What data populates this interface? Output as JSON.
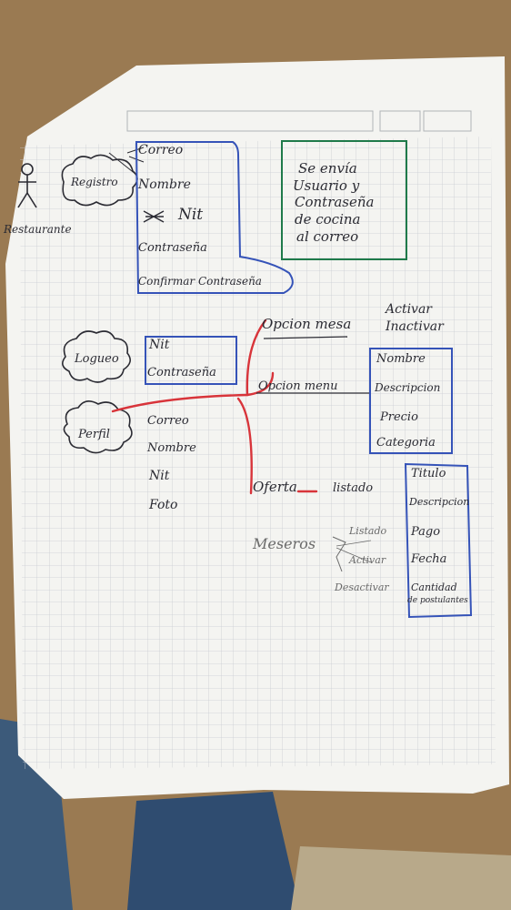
{
  "colors": {
    "ink": "#2b2b33",
    "pencil": "#6a6a6a",
    "blue_box": "#3553b8",
    "green_box": "#1f7a4a",
    "red_branch": "#d8343a",
    "paper": "#f4f4f1",
    "grid": "#c9cdd2",
    "table": "#9a7a52"
  },
  "icons": {
    "actor": "stick-figure-icon"
  },
  "actor_label": "Restaurante",
  "registro": {
    "bubble": "Registro",
    "fields": [
      "Correo",
      "Nombre",
      "Nit",
      "Contraseña",
      "Confirmar Contraseña"
    ]
  },
  "note": {
    "lines": [
      "Se envía",
      "Usuario y",
      "Contraseña",
      "de cocina",
      "al correo"
    ]
  },
  "logueo": {
    "bubble": "Logueo",
    "fields": [
      "Nit",
      "Contraseña"
    ]
  },
  "perfil": {
    "bubble": "Perfil",
    "fields": [
      "Correo",
      "Nombre",
      "Nit",
      "Foto"
    ]
  },
  "opcion_mesa": {
    "label": "Opcion mesa",
    "actions": [
      "Activar",
      "Inactivar"
    ]
  },
  "opcion_menu": {
    "label": "Opcion menu",
    "fields": [
      "Nombre",
      "Descripcion",
      "Precio",
      "Categoria"
    ]
  },
  "oferta": {
    "label": "Oferta",
    "sub": "listado",
    "fields": [
      "Titulo",
      "Descripcion",
      "Pago",
      "Fecha",
      "Cantidad",
      "de postulantes"
    ]
  },
  "meseros": {
    "label": "Meseros",
    "options": [
      "Listado",
      "Activar",
      "Desactivar"
    ]
  }
}
